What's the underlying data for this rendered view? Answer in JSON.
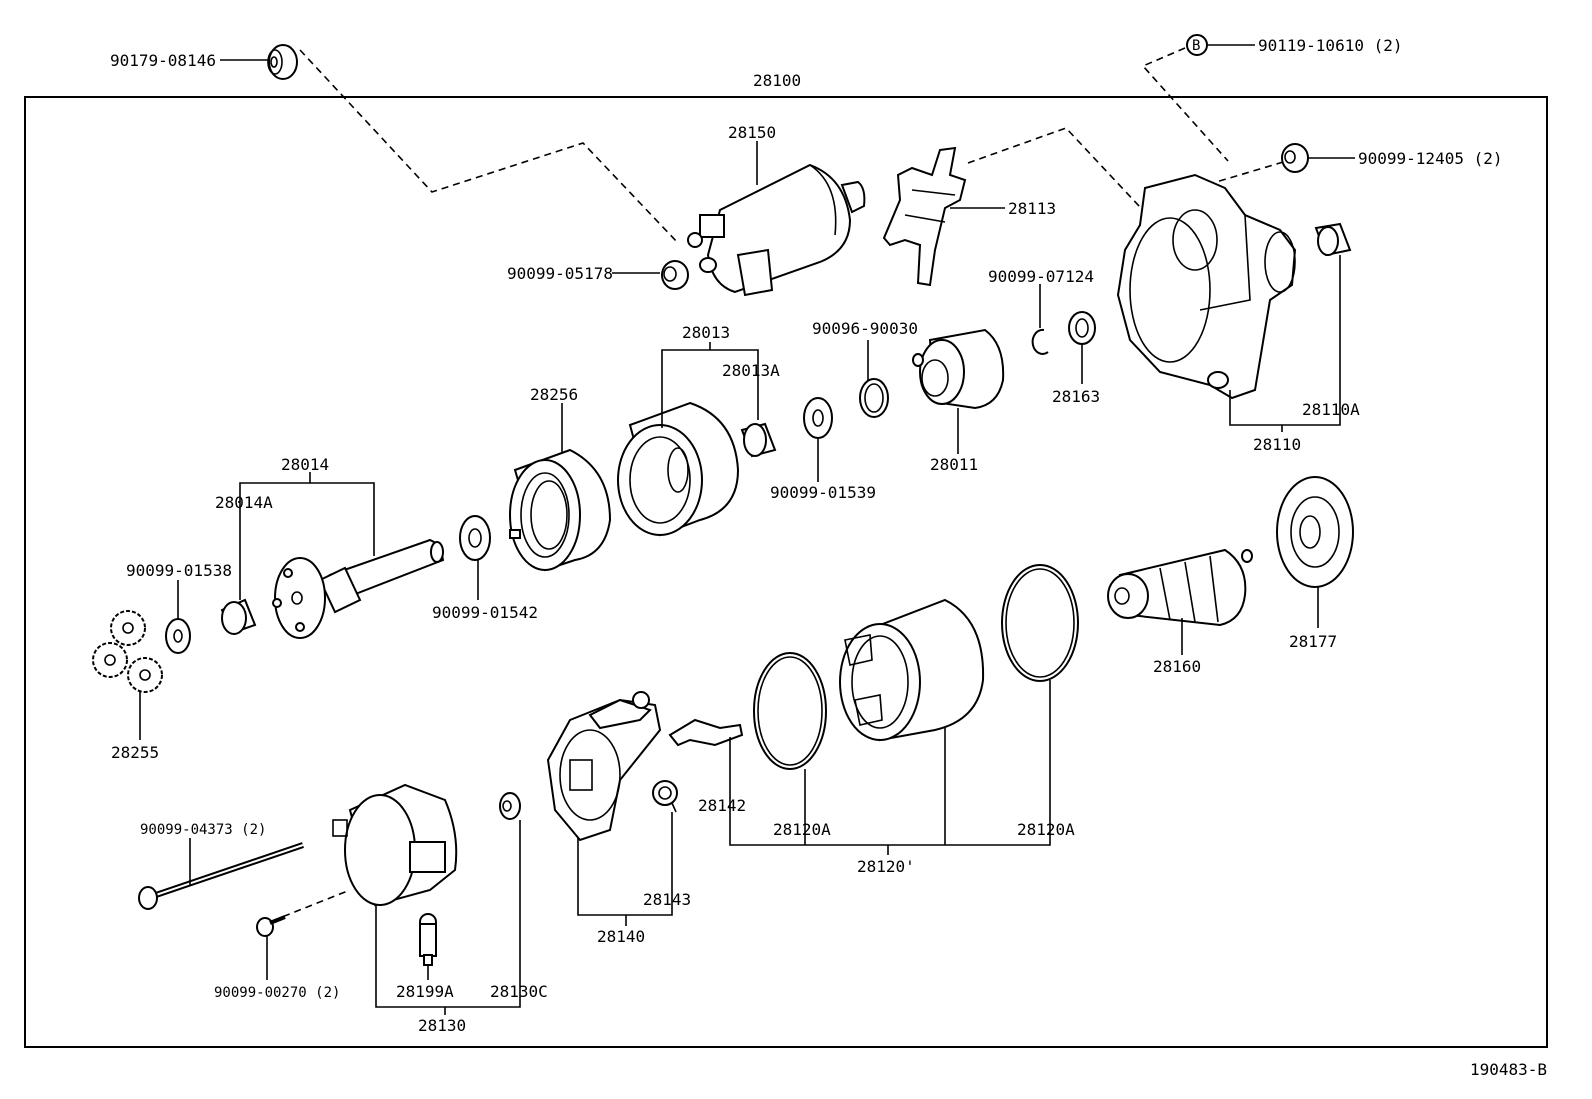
{
  "diagram": {
    "assembly_label": "28100",
    "figure_id": "190483-B",
    "parts": {
      "p90179_08146": "90179-08146",
      "b_marker": "B",
      "p90119_10610": "90119-10610 (2)",
      "p90099_12405": "90099-12405 (2)",
      "p28150": "28150",
      "p28113": "28113",
      "p90099_05178": "90099-05178",
      "p90099_07124": "90099-07124",
      "p90096_90030": "90096-90030",
      "p28013": "28013",
      "p28013A": "28013A",
      "p28256": "28256",
      "p28163": "28163",
      "p28110A": "28110A",
      "p28110": "28110",
      "p28011": "28011",
      "p90099_01539": "90099-01539",
      "p28014": "28014",
      "p28014A": "28014A",
      "p90099_01538": "90099-01538",
      "p90099_01542": "90099-01542",
      "p28177": "28177",
      "p28160": "28160",
      "p28255": "28255",
      "p28142": "28142",
      "p28120A_left": "28120A",
      "p28120A_right": "28120A",
      "p28120": "28120'",
      "p90099_04373": "90099-04373 (2)",
      "p28143": "28143",
      "p28140": "28140",
      "p90099_00270": "90099-00270 (2)",
      "p28199A": "28199A",
      "p28130C": "28130C",
      "p28130": "28130"
    }
  }
}
